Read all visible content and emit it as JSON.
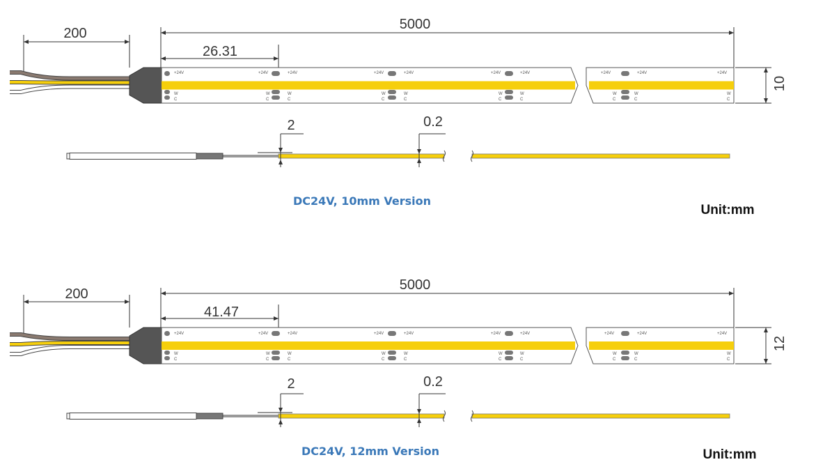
{
  "colors": {
    "led": "#f6cf0c",
    "outline": "#555555",
    "pad": "#777777",
    "wire_brown": "#8a7a70",
    "connector": "#555555",
    "caption": "#3a78b8"
  },
  "diagrams": [
    {
      "dim_lead": "200",
      "dim_total": "5000",
      "dim_cut": "26.31",
      "dim_width": "10",
      "dim_thick_strip": "2",
      "dim_thick_led": "0.2",
      "pad_plus": "+24V",
      "pad_w": "W",
      "pad_c": "C",
      "caption": "DC24V, 10mm Version",
      "unit": "Unit:mm"
    },
    {
      "dim_lead": "200",
      "dim_total": "5000",
      "dim_cut": "41.47",
      "dim_width": "12",
      "dim_thick_strip": "2",
      "dim_thick_led": "0.2",
      "pad_plus": "+24V",
      "pad_w": "W",
      "pad_c": "C",
      "caption": "DC24V, 12mm Version",
      "unit": "Unit:mm"
    }
  ]
}
